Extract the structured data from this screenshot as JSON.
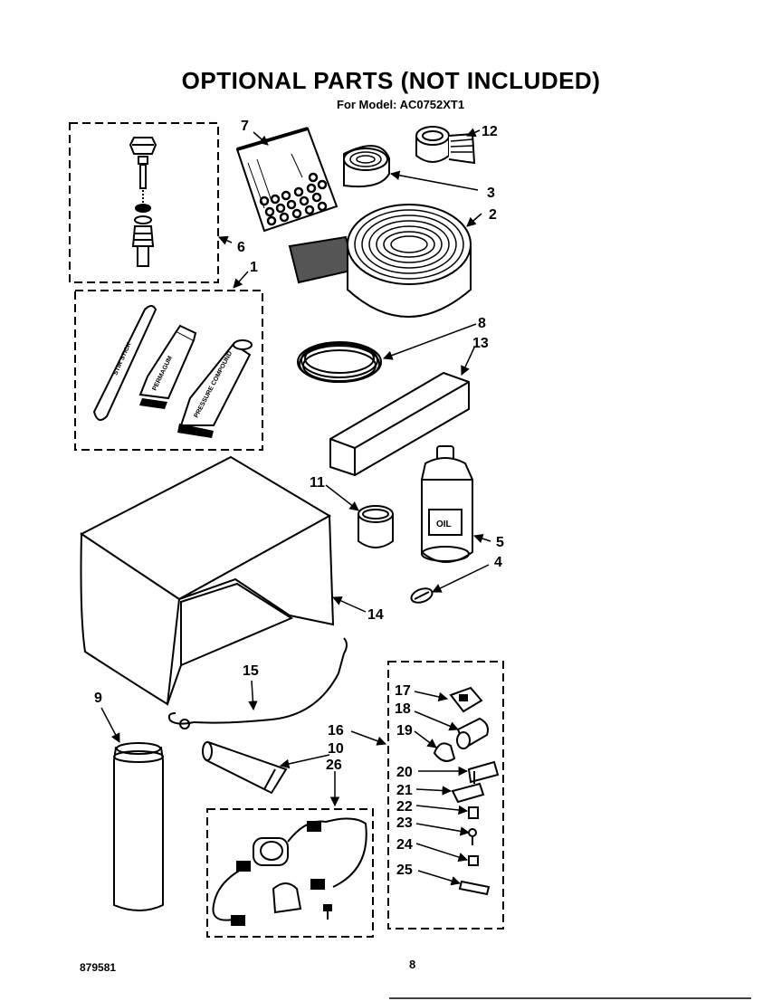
{
  "header": {
    "title": "OPTIONAL PARTS (NOT INCLUDED)",
    "subtitle": "For Model: AC0752XT1"
  },
  "footer": {
    "doc_number": "879581",
    "page_number": "8"
  },
  "product_text": {
    "stir_stick": "STIR STICK",
    "permagum": "PERMAGUM",
    "caulk": "PRESSURE COMPOUND",
    "oil": "OIL"
  },
  "callouts": {
    "c1": "1",
    "c2": "2",
    "c3": "3",
    "c4": "4",
    "c5": "5",
    "c6": "6",
    "c7": "7",
    "c8": "8",
    "c9": "9",
    "c10": "10",
    "c11": "11",
    "c12": "12",
    "c13": "13",
    "c14": "14",
    "c15": "15",
    "c16": "16",
    "c17": "17",
    "c18": "18",
    "c19": "19",
    "c20": "20",
    "c21": "21",
    "c22": "22",
    "c23": "23",
    "c24": "24",
    "c25": "25",
    "c26": "26"
  }
}
